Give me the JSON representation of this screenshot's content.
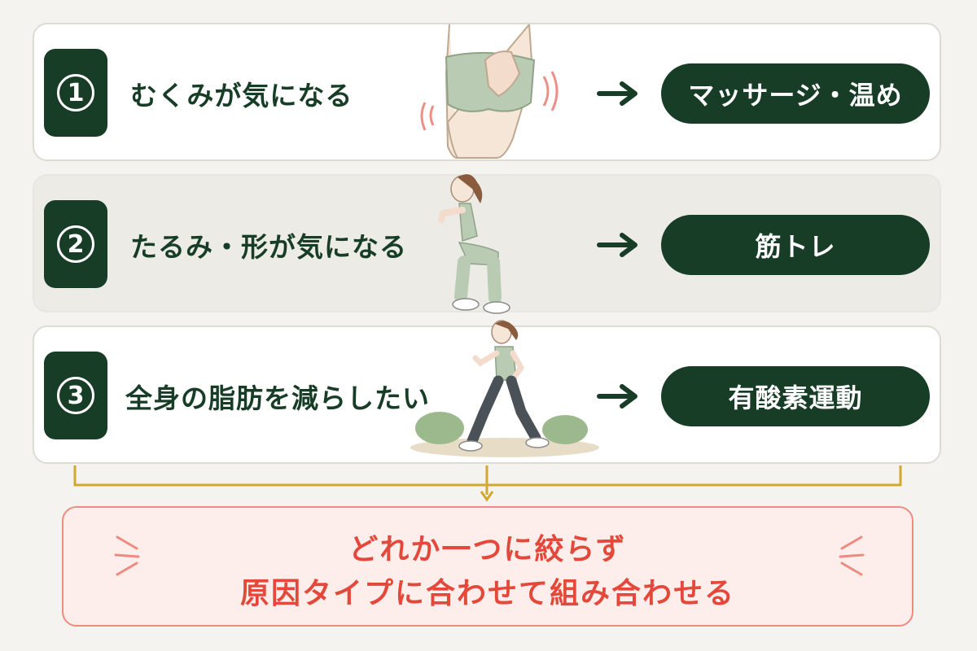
{
  "rows": [
    {
      "number": "1",
      "concern": "むくみが気になる",
      "solution": "マッサージ・温め"
    },
    {
      "number": "2",
      "concern": "たるみ・形が気になる",
      "solution": "筋トレ"
    },
    {
      "number": "3",
      "concern": "全身の脂肪を減らしたい",
      "solution": "有酸素運動"
    }
  ],
  "conclusion": {
    "line1": "どれか一つに絞らず",
    "line2": "原因タイプに合わせて組み合わせる"
  },
  "colors": {
    "dark_green": "#183d27",
    "accent_red": "#e4483a",
    "connector_gold": "#d2a92f",
    "callout_bg": "#fdeeec"
  }
}
